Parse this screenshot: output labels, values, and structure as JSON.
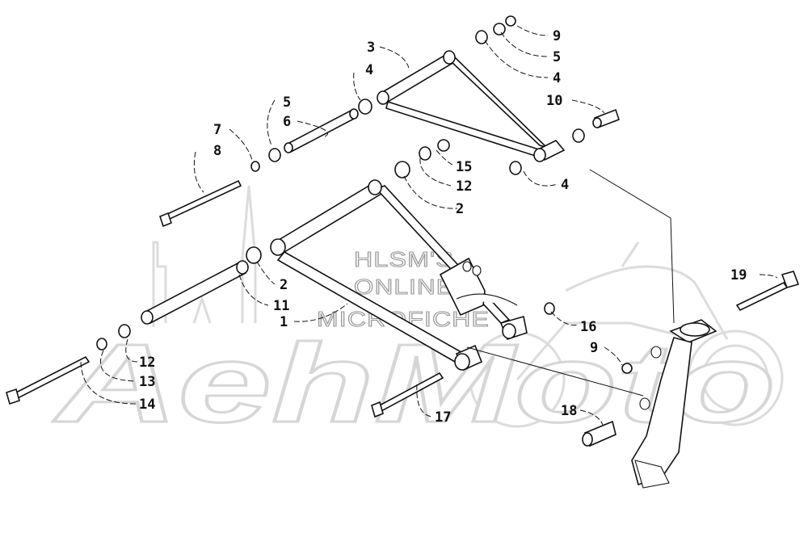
{
  "watermark": {
    "brand_text": "AehMoto",
    "line1": "HLSM'S",
    "line2": "ONLINE",
    "line3": "MICROFICHE"
  },
  "callouts": [
    {
      "id": "c9-top",
      "label": "9"
    },
    {
      "id": "c5-top",
      "label": "5"
    },
    {
      "id": "c4-top",
      "label": "4"
    },
    {
      "id": "c3",
      "label": "3"
    },
    {
      "id": "c4-a",
      "label": "4"
    },
    {
      "id": "c10",
      "label": "10"
    },
    {
      "id": "c5-mid",
      "label": "5"
    },
    {
      "id": "c6",
      "label": "6"
    },
    {
      "id": "c7",
      "label": "7"
    },
    {
      "id": "c8",
      "label": "8"
    },
    {
      "id": "c15",
      "label": "15"
    },
    {
      "id": "c12-top",
      "label": "12"
    },
    {
      "id": "c2-top",
      "label": "2"
    },
    {
      "id": "c4-bot",
      "label": "4"
    },
    {
      "id": "c19",
      "label": "19"
    },
    {
      "id": "c2-mid",
      "label": "2"
    },
    {
      "id": "c11",
      "label": "11"
    },
    {
      "id": "c1",
      "label": "1"
    },
    {
      "id": "c16",
      "label": "16"
    },
    {
      "id": "c9-bot",
      "label": "9"
    },
    {
      "id": "c12-bot",
      "label": "12"
    },
    {
      "id": "c13",
      "label": "13"
    },
    {
      "id": "c14",
      "label": "14"
    },
    {
      "id": "c17",
      "label": "17"
    },
    {
      "id": "c18",
      "label": "18"
    }
  ]
}
